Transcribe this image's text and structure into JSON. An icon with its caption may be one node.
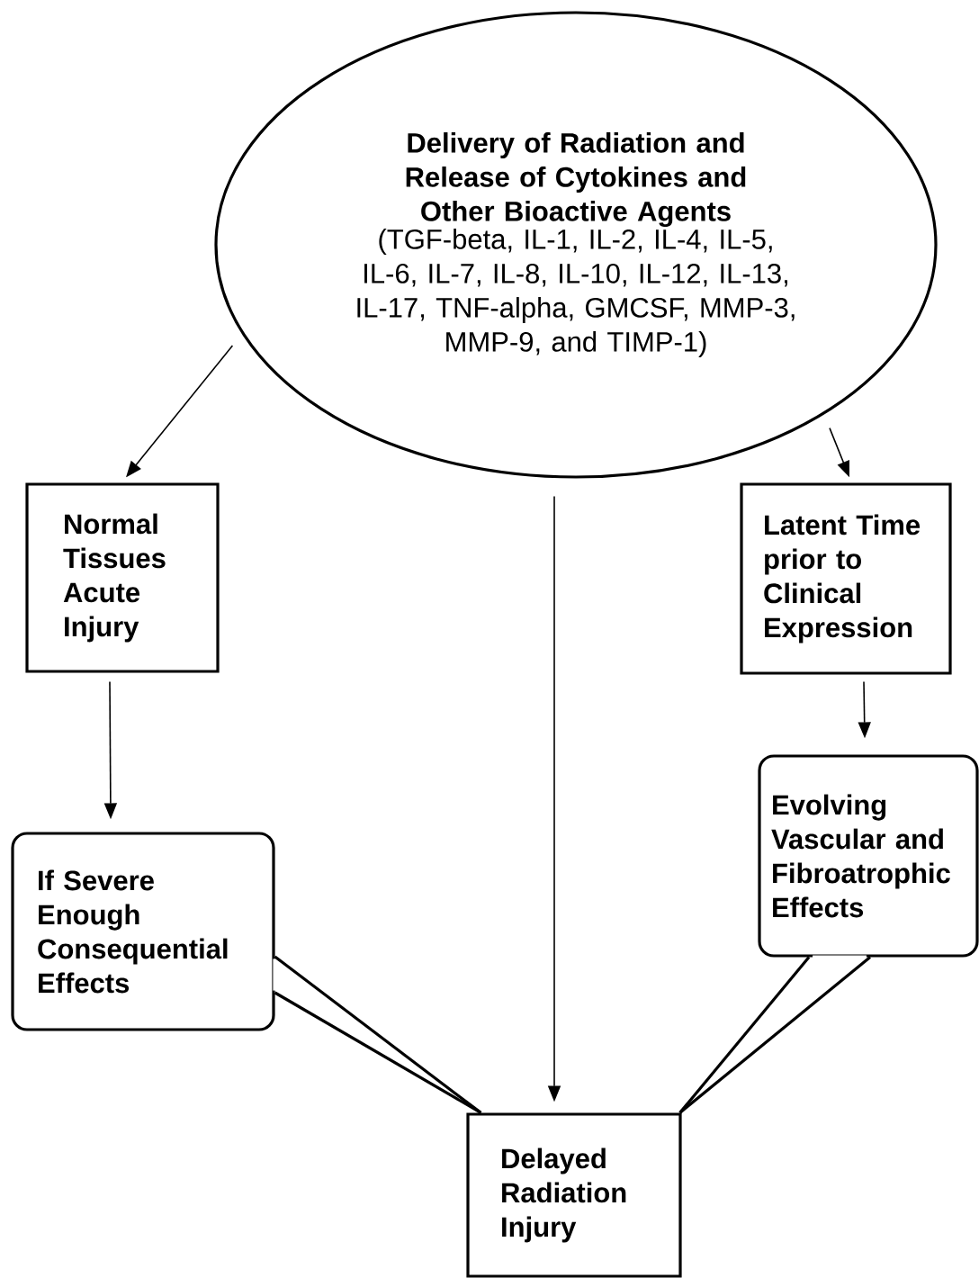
{
  "diagram": {
    "nodes": [
      {
        "text": [
          "Delivery of Radiation and Release of Cytokines and Other Bioactive Agents",
          "(TGF-beta, IL-1, IL-2, IL-4, IL-5, IL-6, IL-7, IL-8, IL-10, IL-12, IL-13, IL-17, TNF-alpha, GMCSF, MMP-3, MMP-9, and TIMP-1)"
        ]
      },
      {
        "text": [
          "Normal Tissues Acute Injury"
        ]
      },
      {
        "text": [
          "Latent Time prior to Clinical Expression"
        ]
      },
      {
        "text": [
          "If Severe Enough Consequential Effects"
        ]
      },
      {
        "text": [
          "Evolving Vascular and Fibroatrophic Effects"
        ]
      },
      {
        "text": [
          "Delayed Radiation Injury"
        ]
      }
    ],
    "edges": [
      {
        "from": 0,
        "to": 1,
        "arrow": "to"
      },
      {
        "from": 0,
        "to": 2,
        "arrow": "to"
      },
      {
        "from": 0,
        "to": 5,
        "arrow": "to"
      },
      {
        "from": 1,
        "to": 3,
        "arrow": "to"
      },
      {
        "from": 2,
        "to": 4,
        "arrow": "to"
      },
      {
        "from": 3,
        "to": 5,
        "arrow": "none"
      },
      {
        "from": 4,
        "to": 5,
        "arrow": "none"
      }
    ]
  }
}
